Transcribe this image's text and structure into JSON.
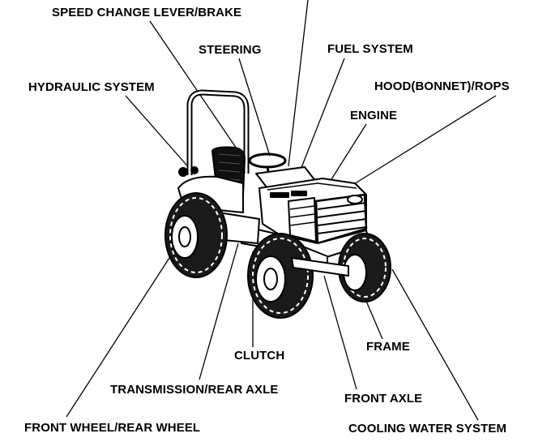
{
  "labels": {
    "speed_change": "SPEED CHANGE LEVER/BRAKE",
    "steering": "STEERING",
    "fuel_system": "FUEL SYSTEM",
    "hydraulic_system": "HYDRAULIC SYSTEM",
    "hood_rops": "HOOD(BONNET)/ROPS",
    "engine": "ENGINE",
    "clutch": "CLUTCH",
    "frame": "FRAME",
    "transmission": "TRANSMISSION/REAR AXLE",
    "front_axle": "FRONT AXLE",
    "front_rear_wheel": "FRONT WHEEL/REAR WHEEL",
    "cooling_water": "COOLING WATER SYSTEM"
  },
  "colors": {
    "ink": "#000000",
    "paper": "#ffffff"
  }
}
